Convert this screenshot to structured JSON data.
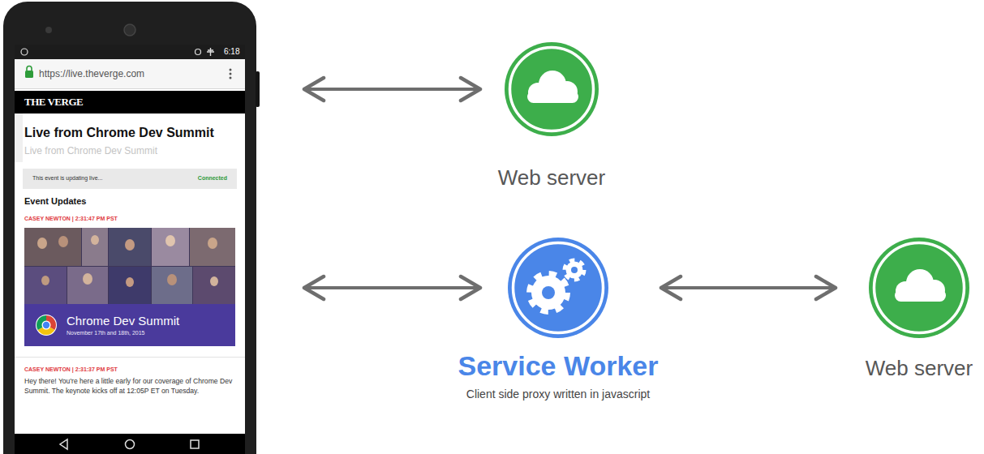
{
  "diagram": {
    "nodes": [
      {
        "text": [
          "6:18",
          "https://live.theverge.com",
          "THE VERGE",
          "Live from Chrome Dev Summit",
          "Live from Chrome Dev Summit",
          "This event is updating live...",
          "Connected",
          "Event Updates",
          "CASEY NEWTON | 2:31:47 PM PST",
          "Chrome Dev Summit",
          "November 17th and 18th, 2015",
          "CASEY NEWTON | 2:31:37 PM PST",
          "Hey there! You're here a little early for our coverage of Chrome Dev Summit. The keynote kicks off at 12:05P ET on Tuesday."
        ]
      },
      {
        "text": [
          "Web server"
        ]
      },
      {
        "text": [
          "Service Worker",
          "Client side proxy written in javascript"
        ]
      },
      {
        "text": [
          "Web server"
        ]
      }
    ],
    "edges": [
      {
        "from": 0,
        "to": 1,
        "arrow": "both"
      },
      {
        "from": 0,
        "to": 2,
        "arrow": "both"
      },
      {
        "from": 2,
        "to": 3,
        "arrow": "both"
      }
    ]
  }
}
